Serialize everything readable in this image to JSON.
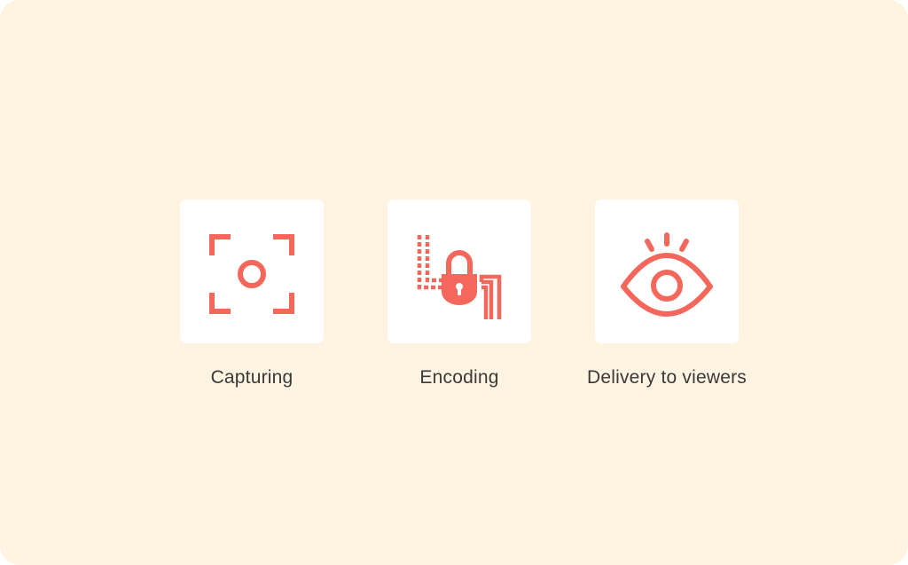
{
  "accent_color": "#f4675b",
  "background_color": "#fff3e1",
  "steps": [
    {
      "label": "Capturing",
      "icon": "capture-frame-icon"
    },
    {
      "label": "Encoding",
      "icon": "lock-encoding-icon"
    },
    {
      "label": "Delivery to viewers",
      "icon": "eye-icon"
    }
  ]
}
